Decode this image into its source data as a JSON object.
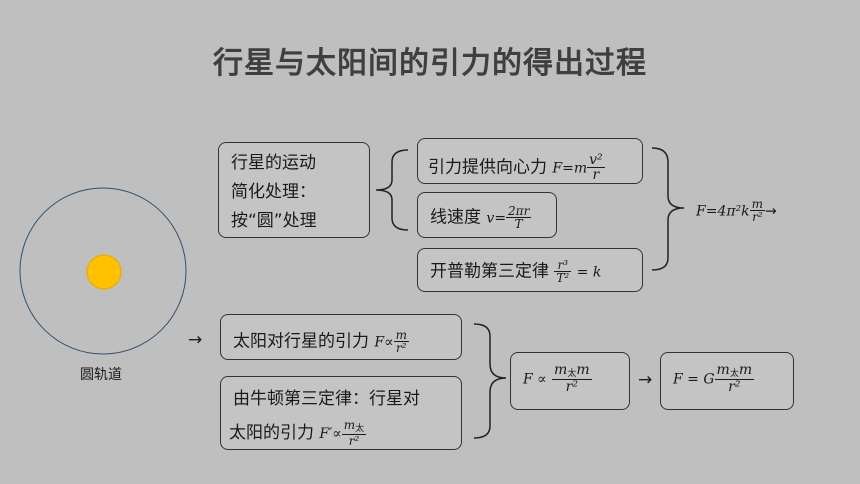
{
  "title": "行星与太阳间的引力的得出过程",
  "orbit_label": "圆轨道",
  "simplify": {
    "line1": "行星的运动",
    "line2": "简化处理：",
    "line3": "按“圆”处理"
  },
  "gravity_centripetal": {
    "text": "引力提供向心力",
    "lhs": "F=m",
    "num": "v²",
    "den": "r"
  },
  "velocity": {
    "text": "线速度",
    "lhs": "v=",
    "num": "2πr",
    "den": "T"
  },
  "kepler": {
    "text": "开普勒第三定律",
    "num": "r³",
    "den": "T²",
    "rhs": "= k"
  },
  "result1": {
    "lhs": "F=4π²k",
    "num": "m",
    "den": "r²",
    "arrow": "→"
  },
  "sun_on_planet": {
    "text": "太阳对行星的引力",
    "lhs": "F∝",
    "num": "m",
    "den": "r²"
  },
  "newton3": {
    "line1": "由牛顿第三定律：行星对",
    "line2": "太阳的引力",
    "lhs": "F′∝",
    "num_m": "m",
    "num_sub": "太",
    "den": "r²"
  },
  "combined": {
    "lhs": "F ∝",
    "num_m": "m",
    "num_sub": "太",
    "num_m2": "m",
    "den": "r²"
  },
  "final": {
    "lhs": "F = G",
    "num_m": "m",
    "num_sub": "太",
    "num_m2": "m",
    "den": "r²"
  },
  "arrows": {
    "left": "→",
    "mid": "→"
  },
  "colors": {
    "background": "#bfbfbf",
    "sun": "#ffc000",
    "orbit": "#2f4f6f"
  }
}
